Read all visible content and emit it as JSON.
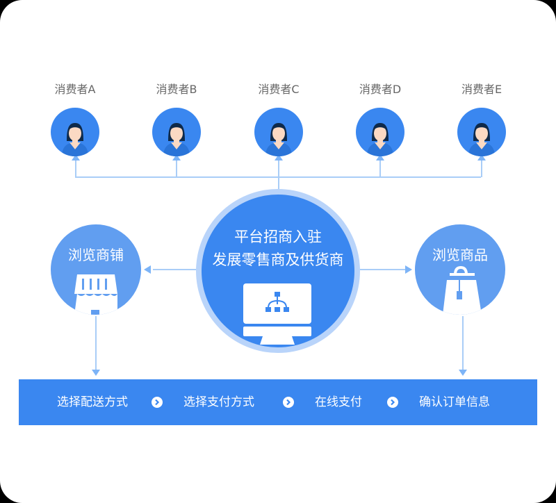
{
  "consumers": [
    {
      "label": "消费者A"
    },
    {
      "label": "消费者B"
    },
    {
      "label": "消费者C"
    },
    {
      "label": "消费者D"
    },
    {
      "label": "消费者E"
    }
  ],
  "center": {
    "line1": "平台招商入驻",
    "line2": "发展零售商及供货商",
    "icon": "monitor-sitemap-icon"
  },
  "left_node": {
    "label": "浏览商铺",
    "icon": "storefront-icon"
  },
  "right_node": {
    "label": "浏览商品",
    "icon": "shopping-bag-icon"
  },
  "flow_steps": [
    {
      "label": "选择配送方式"
    },
    {
      "label": "选择支付方式"
    },
    {
      "label": "在线支付"
    },
    {
      "label": "确认订单信息"
    }
  ],
  "colors": {
    "primary": "#3a87f0",
    "secondary": "#619ef0",
    "connector": "#a9cdf7",
    "arrow": "#7db4f7",
    "text_gray": "#666666"
  }
}
